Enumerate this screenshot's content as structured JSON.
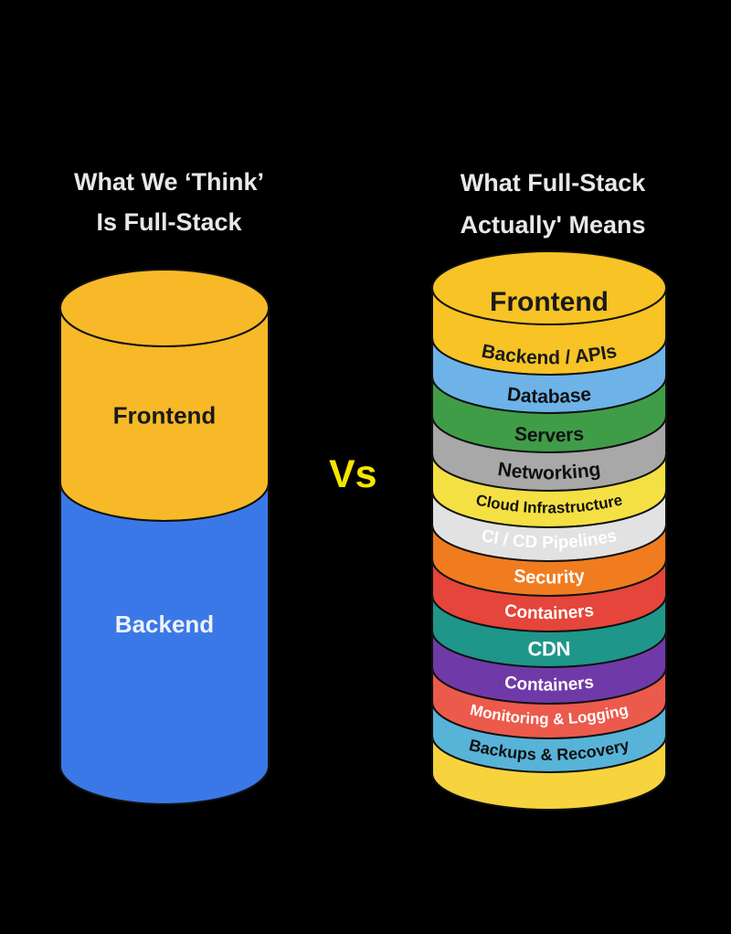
{
  "left": {
    "heading": [
      "What We ‘Think’",
      "Is Full-Stack"
    ],
    "layers": [
      {
        "label": "Frontend",
        "color": "#f7b928",
        "text_color": "#1a1a1a"
      },
      {
        "label": "Backend",
        "color": "#3b78e7",
        "text_color": "#eef2fb"
      }
    ]
  },
  "vs": "Vs",
  "right": {
    "heading": [
      "What Full-Stack",
      "Actually' Means"
    ],
    "layers": [
      {
        "label": "Frontend",
        "color": "#f7c325",
        "text_color": "#1a1a1a"
      },
      {
        "label": "Backend / APIs",
        "color": "#6db3e8",
        "text_color": "#1a1a1a"
      },
      {
        "label": "Database",
        "color": "#3f9d48",
        "text_color": "#111111"
      },
      {
        "label": "Servers",
        "color": "#a8a8a8",
        "text_color": "#111111"
      },
      {
        "label": "Networking",
        "color": "#f5e043",
        "text_color": "#111111"
      },
      {
        "label": "Cloud Infrastructure",
        "color": "#e2e2e2",
        "text_color": "#111111"
      },
      {
        "label": "CI / CD Pipelines",
        "color": "#f07c1f",
        "text_color": "#ffffff"
      },
      {
        "label": "Security",
        "color": "#e5453a",
        "text_color": "#ffffff"
      },
      {
        "label": "Containers",
        "color": "#1f968a",
        "text_color": "#ffffff"
      },
      {
        "label": "CDN",
        "color": "#6f3aa8",
        "text_color": "#ffffff"
      },
      {
        "label": "Containers",
        "color": "#ec5a4c",
        "text_color": "#ffffff"
      },
      {
        "label": "Monitoring & Logging",
        "color": "#58b3d8",
        "text_color": "#ffffff"
      },
      {
        "label": "Backups & Recovery",
        "color": "#f7d33d",
        "text_color": "#111111"
      }
    ]
  }
}
